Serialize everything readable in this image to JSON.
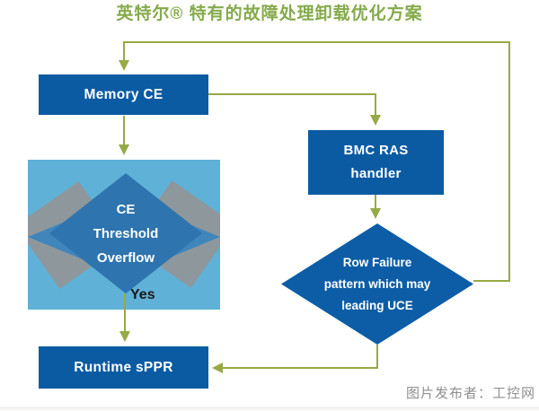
{
  "title": "英特尔® 特有的故障处理卸载优化方案",
  "colors": {
    "title_green": "#85aa4b",
    "arrow_green": "#96aa45",
    "node_blue": "#0b5ba3",
    "decision_blue": "#0d5da6",
    "panel_blue": "#5fb1d7",
    "diamond_mid": "#4086bc",
    "diamond_main": "#2e74ae",
    "shape_gray": "#8e979b",
    "yes_color": "#1a1a1a",
    "caption_gray": "#8f8f8f",
    "footer_line": "#f4f2ef",
    "text_white": "#ffffff"
  },
  "nodes": {
    "memory_ce": {
      "label": "Memory CE"
    },
    "bmc_ras": {
      "line1": "BMC RAS",
      "line2": "handler"
    },
    "ce_threshold": {
      "line1": "CE",
      "line2": "Threshold",
      "line3": "Overflow"
    },
    "yes_label": "Yes",
    "row_failure": {
      "line1": "Row Failure",
      "line2": "pattern which may",
      "line3": "leading UCE"
    },
    "runtime_sppr": {
      "label": "Runtime sPPR"
    }
  },
  "caption": "图片发布者：工控网"
}
